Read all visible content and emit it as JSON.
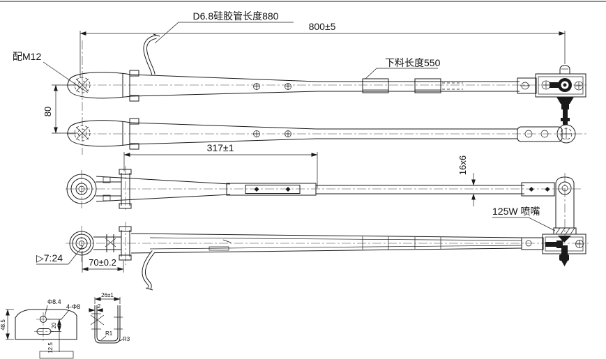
{
  "drawing_labels": {
    "silicone_tube": "D6.8硅胶管长度880",
    "overall_length": "800±5",
    "pivot_thread": "配M12",
    "blank_length": "下料长度550",
    "arm_spacing": "80",
    "clamp_length": "317±1",
    "rod_section": "16x6",
    "nozzle": "125W 喷嘴",
    "taper_ratio": "▷7:24",
    "head_length": "70±0.2"
  },
  "plate_detail": {
    "center_hole": "Φ8.4",
    "corner_holes": "4-Φ8",
    "height": "48.5",
    "hole_spacing": "20",
    "edge_distance": "12.5"
  },
  "channel_detail": {
    "width": "26±1",
    "wall_thickness": "2",
    "inner_radius": "R1",
    "outer_radius": "R3"
  },
  "colors": {
    "line": "#1a1a1a",
    "background": "#ffffff"
  }
}
